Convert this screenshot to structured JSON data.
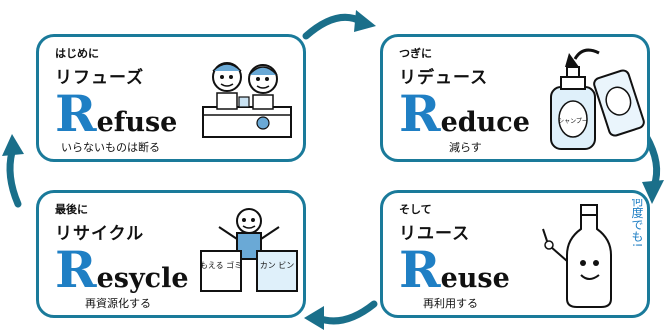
{
  "cards": {
    "refuse": {
      "step": "はじめに",
      "kana": "リフューズ",
      "initial": "R",
      "rest": "efuse",
      "desc": "いらないものは断る"
    },
    "reduce": {
      "step": "つぎに",
      "kana": "リデュース",
      "initial": "R",
      "rest": "educe",
      "desc": "減らす"
    },
    "recycle": {
      "step": "最後に",
      "kana": "リサイクル",
      "initial": "R",
      "rest": "esycle",
      "desc": "再資源化する"
    },
    "reuse": {
      "step": "そして",
      "kana": "リユース",
      "initial": "R",
      "rest": "euse",
      "desc": "再利用する"
    }
  },
  "illustrations": {
    "shampoo_label": "シャンプー",
    "bin_burnable": "もえる\nゴミ",
    "bin_cans": "カン\nビン",
    "bottle_caption": "何度でも!"
  },
  "colors": {
    "border": "#1a7a9a",
    "initial": "#1f7fc4",
    "arrow": "#1a6f8a"
  }
}
